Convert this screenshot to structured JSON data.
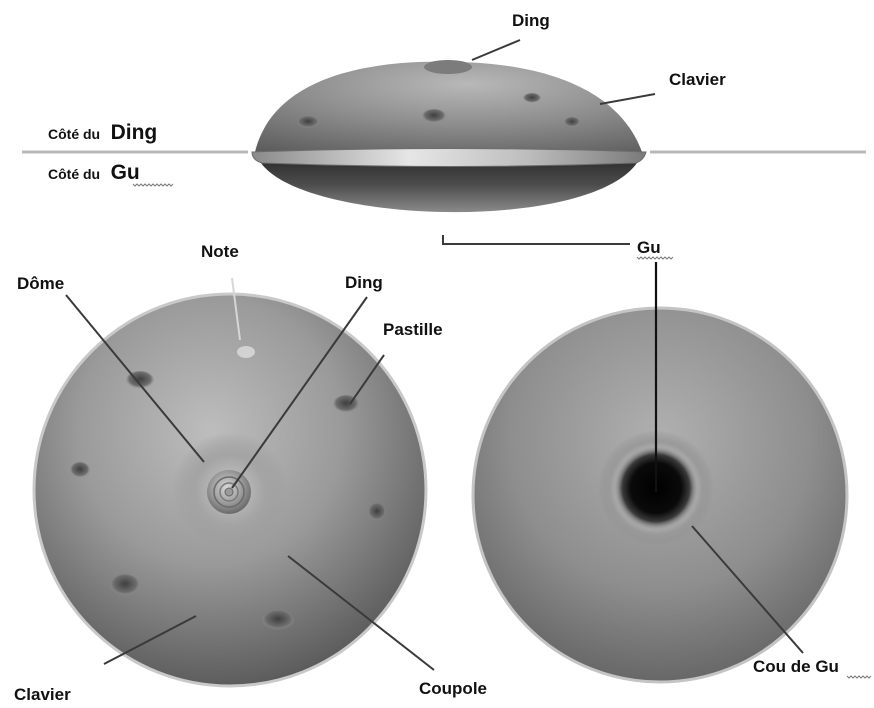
{
  "labels": {
    "ding_top": "Ding",
    "clavier_top": "Clavier",
    "cote_ding_prefix": "Côté du",
    "cote_ding_word": "Ding",
    "cote_gu_prefix": "Côté du",
    "cote_gu_word": "Gu",
    "gu_top": "Gu",
    "note": "Note",
    "dome": "Dôme",
    "ding_front": "Ding",
    "pastille": "Pastille",
    "clavier_bottom": "Clavier",
    "coupole": "Coupole",
    "cou_de_gu": "Cou de Gu"
  },
  "colors": {
    "metal_light": "#bdbdbd",
    "metal_mid": "#8e8e8e",
    "metal_dark": "#4a4a4a",
    "gu_hole": "#050505",
    "label": "#111111"
  }
}
